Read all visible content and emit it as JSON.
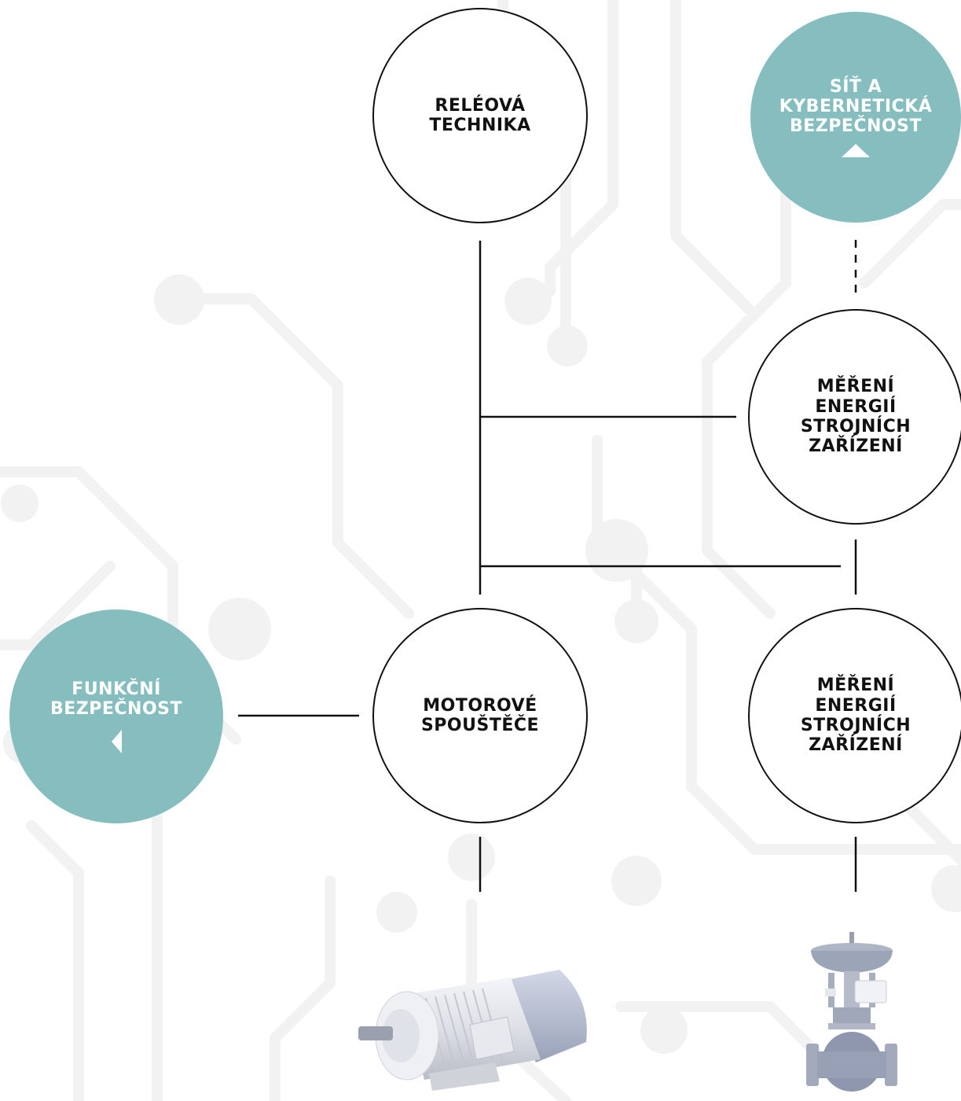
{
  "nodes": {
    "releova_technika": {
      "label": "RELÉOVÁ\nTECHNIKA"
    },
    "sit_kyberneticka": {
      "label": "SÍŤ A\nKYBERNETICKÁ\nBEZPEČNOST",
      "color": "#86bdbf",
      "icon": "triangle-up-icon"
    },
    "mereni_1": {
      "label": "MĚŘENÍ\nENERGIÍ\nSTROJNÍCH\nZAŘÍZENÍ"
    },
    "funkcni_bezpecnost": {
      "label": "FUNKČNÍ\nBEZPEČNOST",
      "color": "#86bdbf",
      "icon": "triangle-left-icon"
    },
    "motorove_spoustece": {
      "label": "MOTOROVÉ\nSPOUŠTĚČE"
    },
    "mereni_2": {
      "label": "MĚŘENÍ\nENERGIÍ\nSTROJNÍCH\nZAŘÍZENÍ"
    }
  },
  "devices": {
    "motor": {
      "icon": "electric-motor-icon"
    },
    "valve": {
      "icon": "control-valve-icon"
    }
  },
  "colors": {
    "accent": "#86bdbf",
    "line": "#111111",
    "background_circuit": "#f2f2f2"
  }
}
